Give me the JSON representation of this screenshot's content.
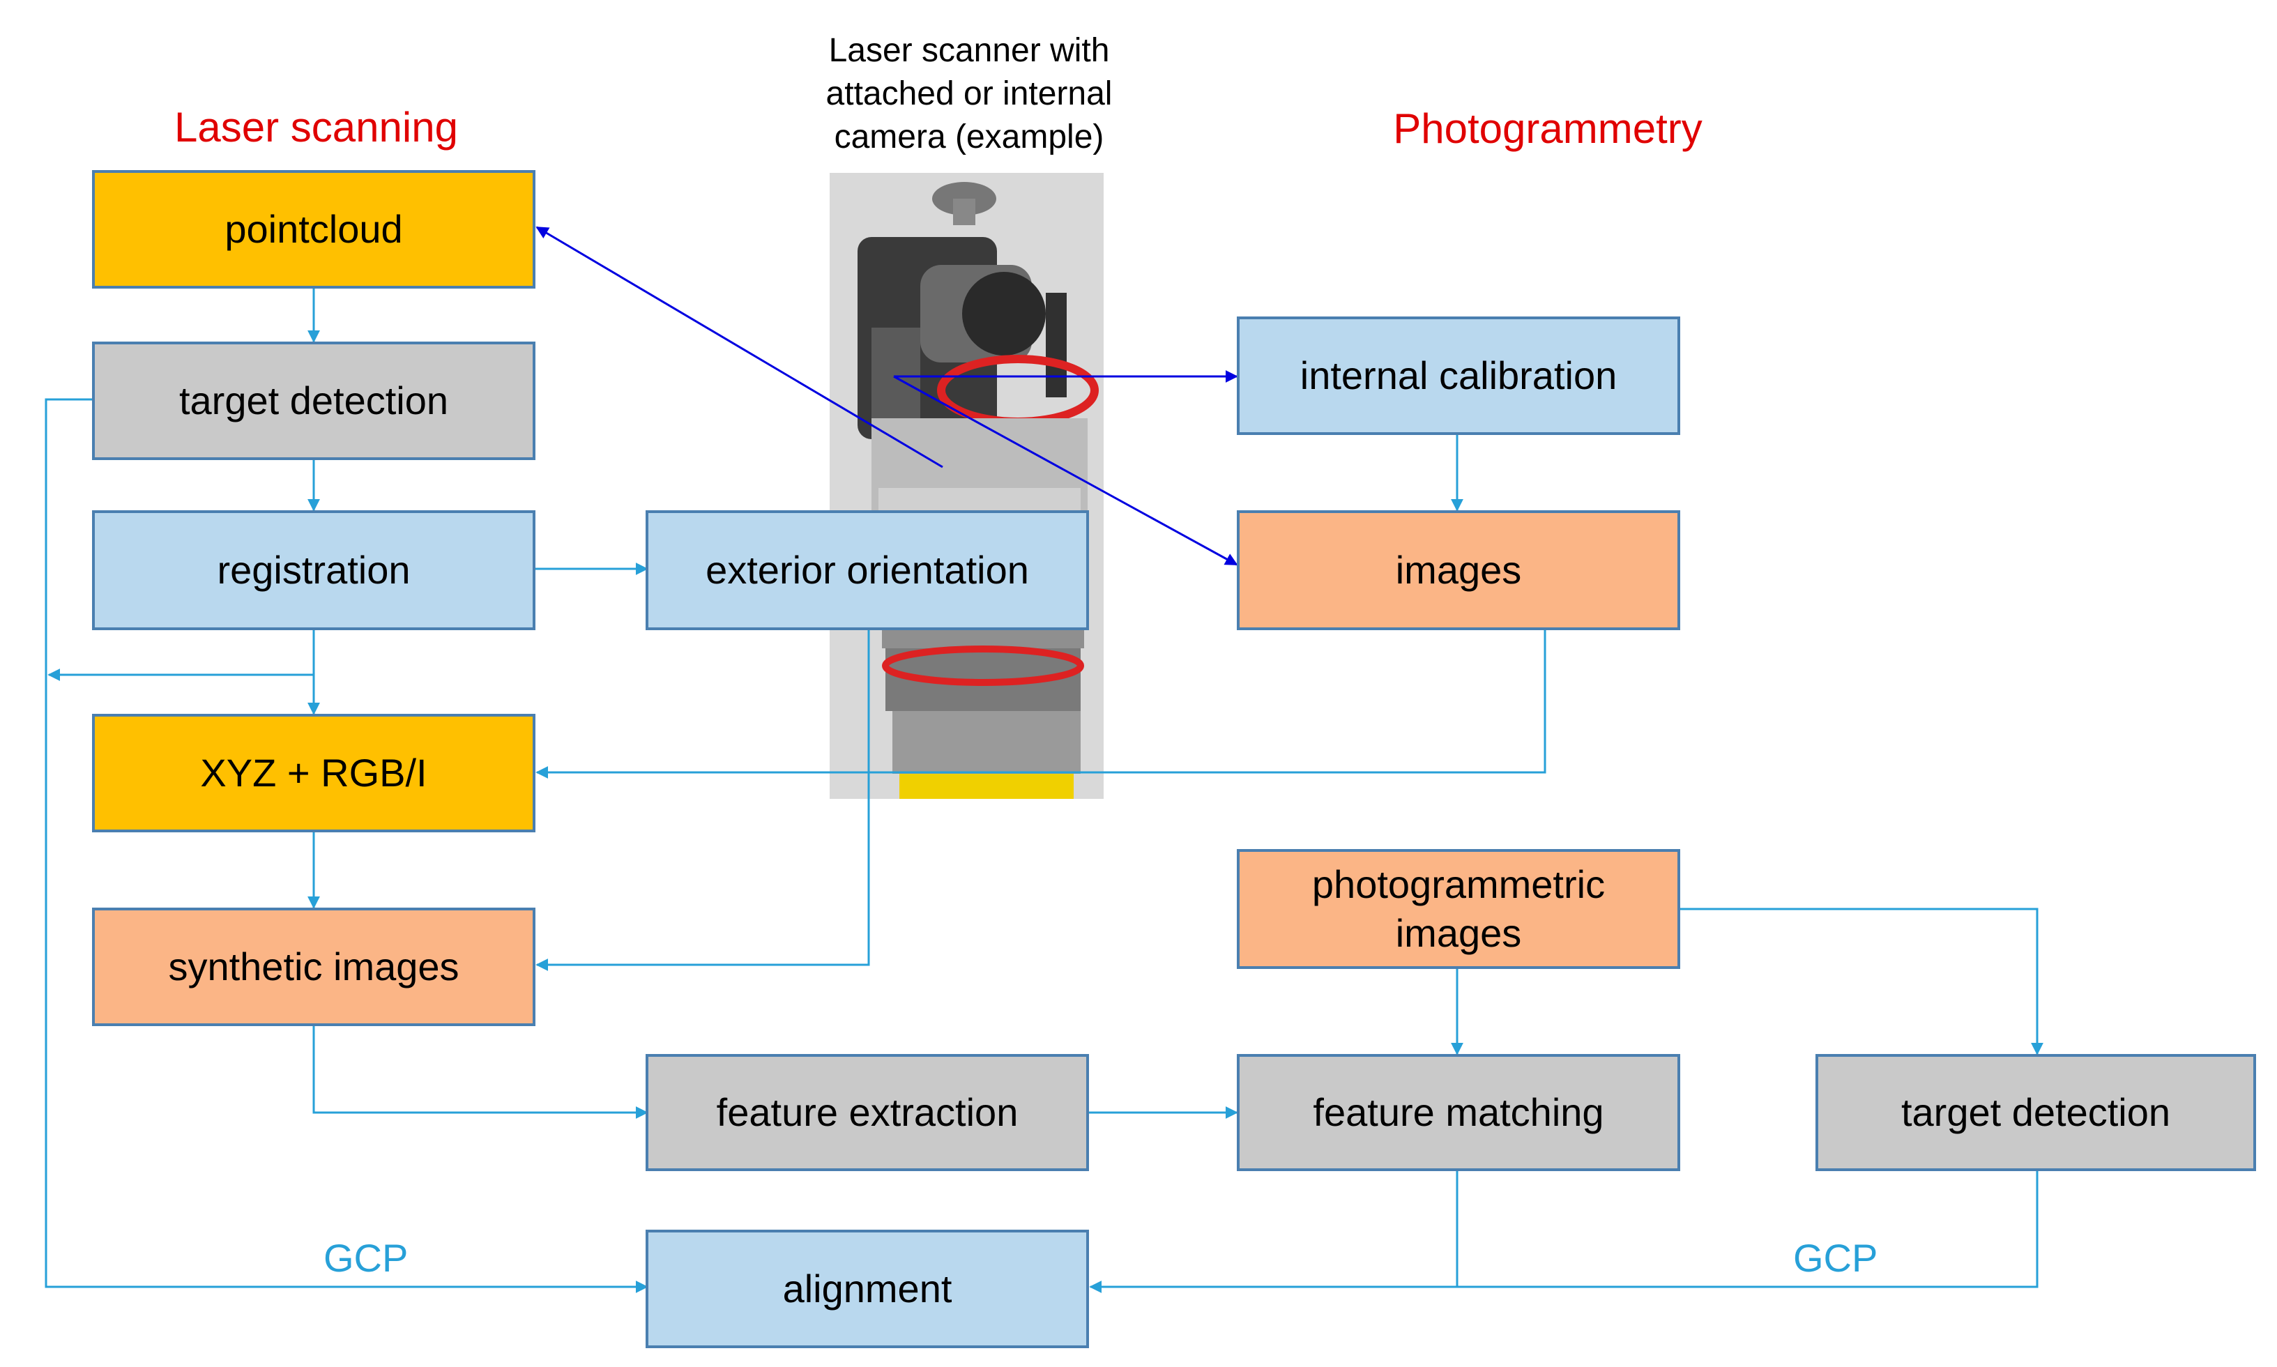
{
  "headers": {
    "laser": "Laser scanning",
    "photo": "Photogrammetry",
    "scanner_caption": "Laser scanner with attached or internal camera (example)"
  },
  "boxes": {
    "pointcloud": "pointcloud",
    "target_detection_left": "target detection",
    "registration": "registration",
    "xyz_rgb": "XYZ + RGB/I",
    "synthetic_images": "synthetic images",
    "exterior_orientation": "exterior orientation",
    "feature_extraction": "feature extraction",
    "alignment": "alignment",
    "internal_calibration": "internal calibration",
    "images": "images",
    "photogrammetric_images": "photogrammetric images",
    "feature_matching": "feature matching",
    "target_detection_right": "target detection"
  },
  "gcp_left": "GCP",
  "gcp_right": "GCP",
  "colors": {
    "yellow": "#ffc000",
    "gray": "#c9c9c9",
    "blue": "#b9d8ee",
    "orange": "#fbb586",
    "header_red": "#e00000",
    "connector": "#27a0d8",
    "camera_arrow": "#0000e0"
  }
}
